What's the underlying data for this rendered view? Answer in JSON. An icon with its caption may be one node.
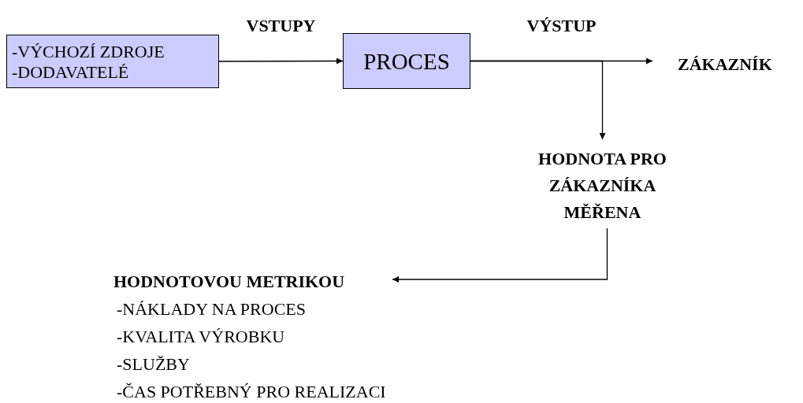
{
  "diagram": {
    "nodes": [
      {
        "text": [
          "-VÝCHOZÍ ZDROJE",
          "-DODAVATELÉ"
        ]
      },
      {
        "text": [
          "PROCES"
        ]
      },
      {
        "text": [
          "ZÁKAZNÍK"
        ]
      },
      {
        "text": [
          "HODNOTA PRO ZÁKAZNÍKA MĚŘENA"
        ]
      },
      {
        "text": [
          "HODNOTOVOU METRIKOU",
          "-NÁKLADY NA PROCES",
          "-KVALITA VÝROBKU",
          "-SLUŽBY",
          "-ČAS POTŘEBNÝ PRO REALIZACI"
        ]
      }
    ],
    "edges": [
      {
        "from": 0,
        "to": 1,
        "arrow": "to",
        "label": "VSTUPY"
      },
      {
        "from": 1,
        "to": 2,
        "arrow": "to",
        "label": "VÝSTUP"
      },
      {
        "from": 1,
        "to": 3,
        "arrow": "to"
      },
      {
        "from": 3,
        "to": 4,
        "arrow": "to"
      }
    ]
  }
}
